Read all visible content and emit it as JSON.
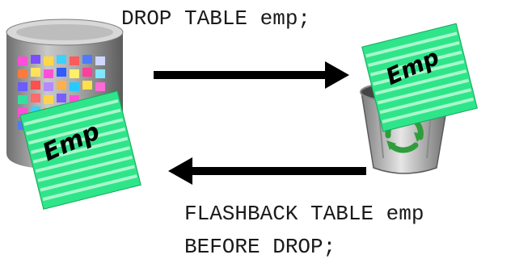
{
  "commands": {
    "drop": "DROP TABLE emp;",
    "flashback_line1": "FLASHBACK TABLE emp",
    "flashback_line2": "BEFORE DROP;"
  },
  "labels": {
    "table_card_source": "Emp",
    "table_card_bin": "Emp"
  },
  "icons": {
    "database": "database-cylinder-icon",
    "recycle_bin": "recycle-bin-icon",
    "table_card": "table-card-icon",
    "arrow_right": "arrow-right-icon",
    "arrow_left": "arrow-left-icon"
  },
  "colors": {
    "card_green": "#2ee58a",
    "card_stripe": "#a9f7cc",
    "arrow": "#000000",
    "db_body": "#9a9a9a",
    "recycle_green": "#2f9e3a"
  }
}
